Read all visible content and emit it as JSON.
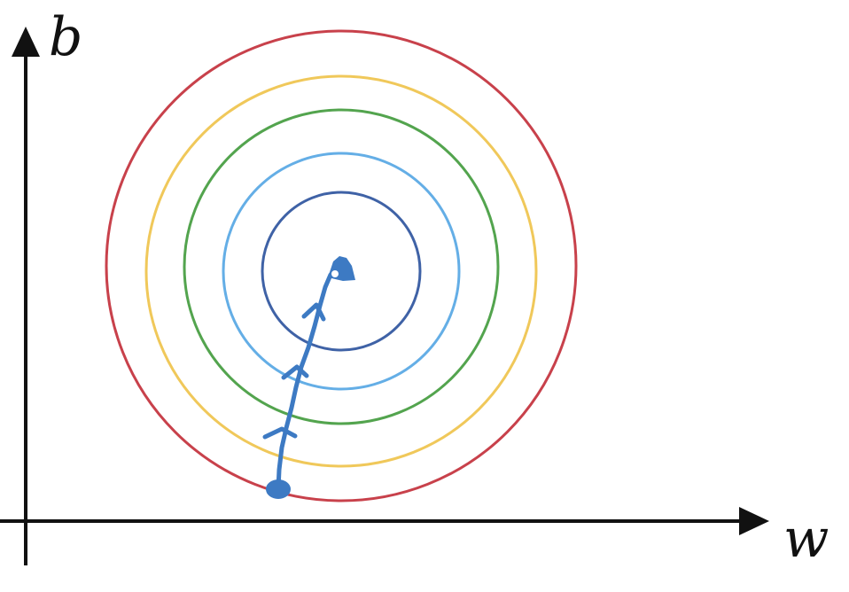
{
  "axes": {
    "x_label": "w",
    "y_label": "b",
    "axis_color": "#111111"
  },
  "contours": [
    {
      "name": "contour-ring-1",
      "color": "#3f62a6"
    },
    {
      "name": "contour-ring-2",
      "color": "#64aee6"
    },
    {
      "name": "contour-ring-3",
      "color": "#53a44e"
    },
    {
      "name": "contour-ring-4",
      "color": "#f0c85a"
    },
    {
      "name": "contour-ring-5",
      "color": "#c8414b"
    }
  ],
  "path": {
    "color": "#3d7ac3",
    "start_marker": "filled-dot",
    "end_marker": "minimum-point"
  }
}
